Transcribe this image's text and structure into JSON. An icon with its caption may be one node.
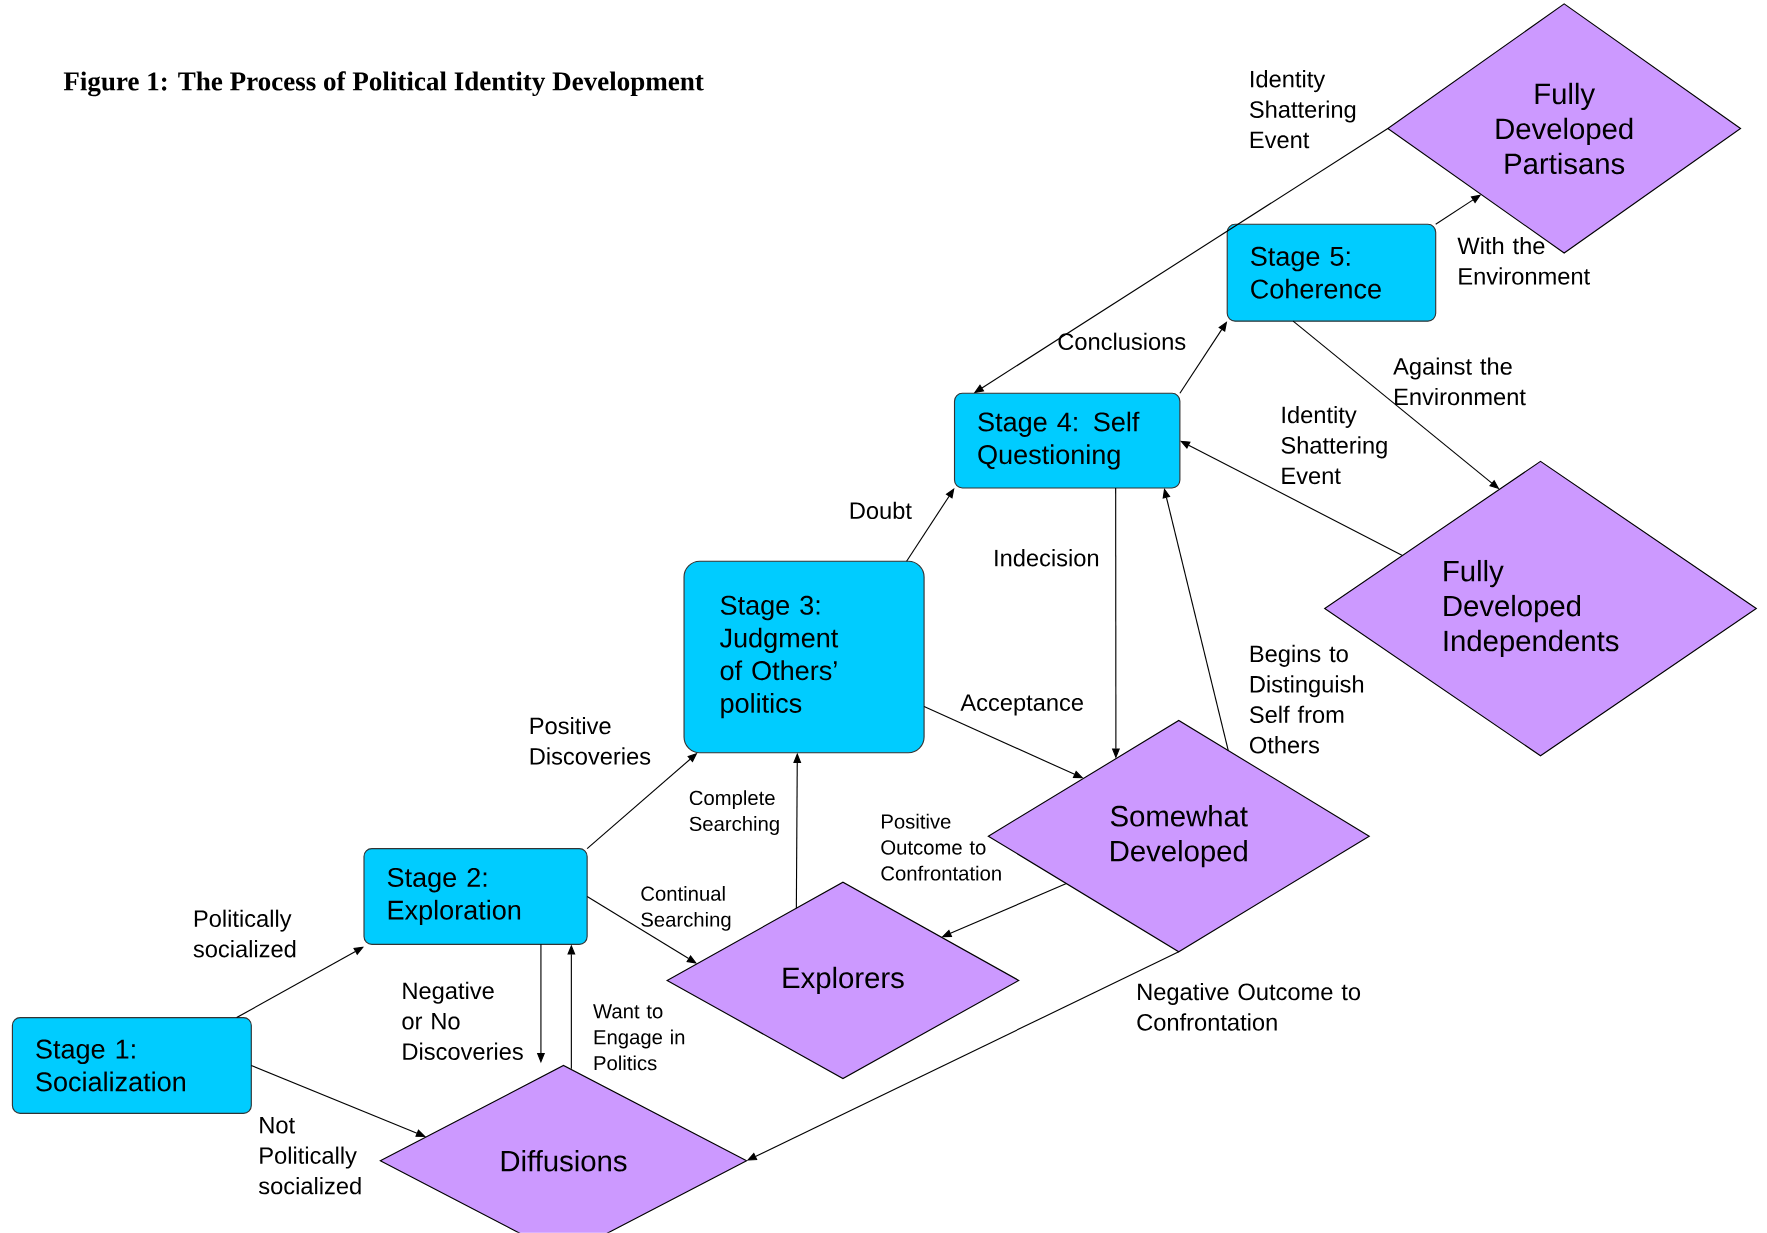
{
  "diagram": {
    "title": "Figure 1: The Process of Political Identity Development",
    "nodes": [
      {
        "text": [
          "Stage 1: Socialization"
        ]
      },
      {
        "text": [
          "Stage 2: Exploration"
        ]
      },
      {
        "text": [
          "Stage 3: Judgment of Others’ politics"
        ]
      },
      {
        "text": [
          "Stage 4: Self Questioning"
        ]
      },
      {
        "text": [
          "Stage 5: Coherence"
        ]
      },
      {
        "text": [
          "Fully Developed Partisans"
        ]
      },
      {
        "text": [
          "Fully Developed Independents"
        ]
      },
      {
        "text": [
          "Somewhat Developed"
        ]
      },
      {
        "text": [
          "Explorers"
        ]
      },
      {
        "text": [
          "Diffusions"
        ]
      }
    ],
    "edges": [
      {
        "from": 0,
        "to": 1,
        "arrow": "to",
        "label": "Politically socialized"
      },
      {
        "from": 0,
        "to": 9,
        "arrow": "to",
        "label": "Not Politically socialized"
      },
      {
        "from": 1,
        "to": 9,
        "arrow": "to",
        "label": "Negative or No Discoveries"
      },
      {
        "from": 9,
        "to": 1,
        "arrow": "to",
        "label": "Want to Engage in Politics"
      },
      {
        "from": 1,
        "to": 2,
        "arrow": "to",
        "label": "Positive Discoveries"
      },
      {
        "from": 1,
        "to": 8,
        "arrow": "to",
        "label": "Continual Searching"
      },
      {
        "from": 8,
        "to": 2,
        "arrow": "to",
        "label": "Complete Searching"
      },
      {
        "from": 2,
        "to": 3,
        "arrow": "to",
        "label": "Doubt"
      },
      {
        "from": 2,
        "to": 7,
        "arrow": "to",
        "label": "Acceptance"
      },
      {
        "from": 3,
        "to": 7,
        "arrow": "to",
        "label": "Indecision"
      },
      {
        "from": 7,
        "to": 3,
        "arrow": "to",
        "label": "Begins to Distinguish Self from Others"
      },
      {
        "from": 7,
        "to": 8,
        "arrow": "to",
        "label": "Positive Outcome to Confrontation"
      },
      {
        "from": 7,
        "to": 9,
        "arrow": "to",
        "label": "Negative Outcome to Confrontation"
      },
      {
        "from": 3,
        "to": 4,
        "arrow": "to",
        "label": "Conclusions"
      },
      {
        "from": 4,
        "to": 5,
        "arrow": "to",
        "label": "With the Environment"
      },
      {
        "from": 4,
        "to": 6,
        "arrow": "to",
        "label": "Against the Environment"
      },
      {
        "from": 6,
        "to": 3,
        "arrow": "to",
        "label": "Identity Shattering Event"
      },
      {
        "from": 5,
        "to": 3,
        "arrow": "to",
        "label": "Identity Shattering Event"
      }
    ]
  }
}
